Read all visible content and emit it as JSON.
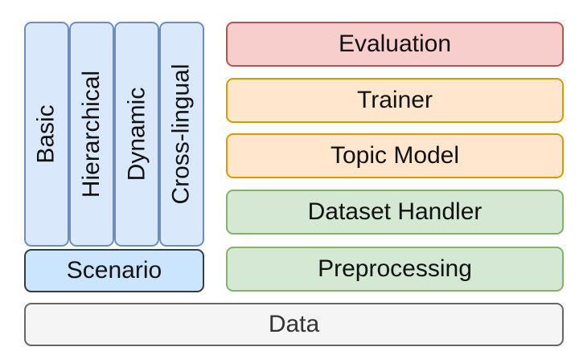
{
  "diagram": {
    "scenarios": [
      "Basic",
      "Hierarchical",
      "Dynamic",
      "Cross-lingual"
    ],
    "scenario_label": "Scenario",
    "modules": {
      "evaluation": "Evaluation",
      "trainer": "Trainer",
      "topic_model": "Topic Model",
      "dataset_handler": "Dataset Handler",
      "preprocessing": "Preprocessing"
    },
    "data_label": "Data"
  },
  "colors": {
    "scenario_fill": "#dae8fc",
    "scenario_border": "#6c8ebf",
    "evaluation_fill": "#f8cecc",
    "evaluation_border": "#b85450",
    "orange_fill": "#ffe6cc",
    "orange_border": "#d79b00",
    "green_fill": "#d5e8d4",
    "green_border": "#82b366",
    "data_fill": "#f5f5f5",
    "data_border": "#666666"
  }
}
